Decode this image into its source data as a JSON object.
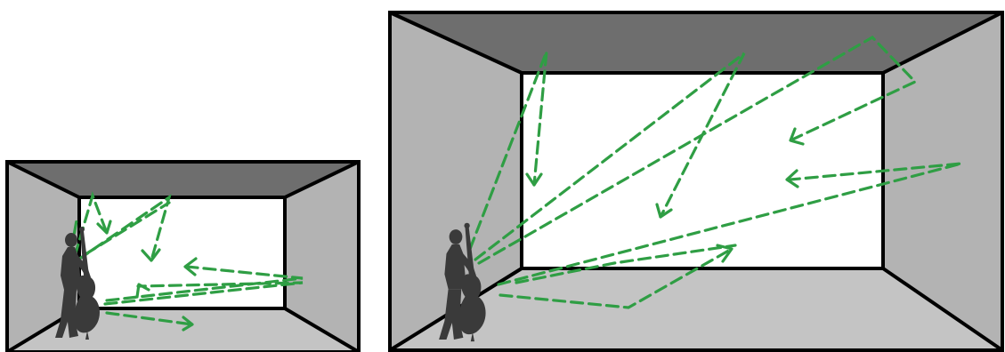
{
  "colors": {
    "ceiling": "#6e6e6e",
    "side_walls": "#b3b3b3",
    "floor": "#c4c4c4",
    "back_wall": "#ffffff",
    "edges": "#000000",
    "sound_paths": "#2f9e44",
    "musician": "#3a3a3a"
  },
  "icons": {
    "musician": "double-bass-player-icon"
  },
  "rooms": [
    {
      "size": "small",
      "name": "small-room"
    },
    {
      "size": "large",
      "name": "large-room"
    }
  ]
}
